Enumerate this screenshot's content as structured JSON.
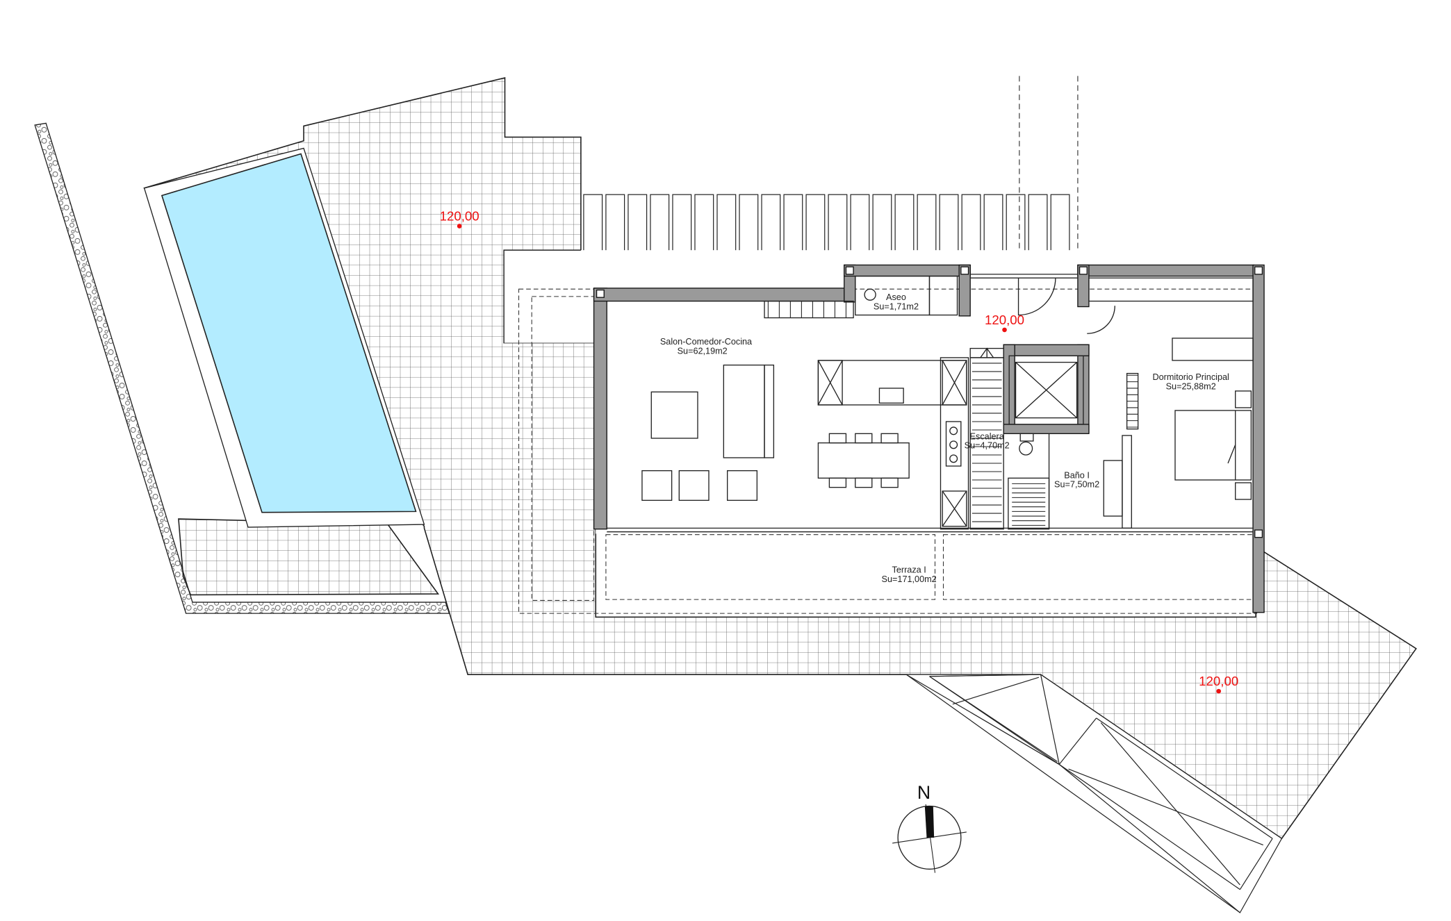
{
  "rooms": {
    "aseo": {
      "name": "Aseo",
      "area": "Su=1,71m2"
    },
    "salon": {
      "name": "Salon-Comedor-Cocina",
      "area": "Su=62,19m2"
    },
    "escalera": {
      "name": "Escalera",
      "area": "Su=4,70m2"
    },
    "dormitorio": {
      "name": "Dormitorio Principal",
      "area": "Su=25,88m2"
    },
    "bano": {
      "name": "Baño I",
      "area": "Su=7,50m2"
    },
    "terraza": {
      "name": "Terraza I",
      "area": "Su=171,00m2"
    }
  },
  "levels": {
    "top_left": "120,00",
    "center": "120,00",
    "bottom_right": "120,00"
  },
  "north": "N",
  "colors": {
    "pool": "#b3ecff",
    "level_marker": "#ee1111",
    "wall": "#9a9a9a",
    "line": "#000000"
  }
}
